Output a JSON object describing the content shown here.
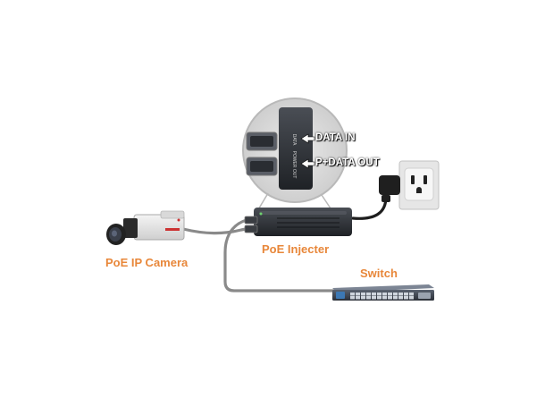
{
  "labels": {
    "camera": "PoE IP Camera",
    "injector": "PoE Injecter",
    "switch": "Switch",
    "data_in": "DATA IN",
    "power_data_out": "P+DATA OUT"
  },
  "port_markings": {
    "data": "DATA",
    "power_out": "POWER OUT"
  },
  "colors": {
    "label_orange": "#e8873a",
    "cable_gray": "#8a8a8a",
    "device_dark": "#2e3136",
    "inset_bg": "#dcdcdc"
  },
  "icons": {
    "arrow": "arrow-left-icon",
    "outlet": "power-outlet-icon"
  }
}
